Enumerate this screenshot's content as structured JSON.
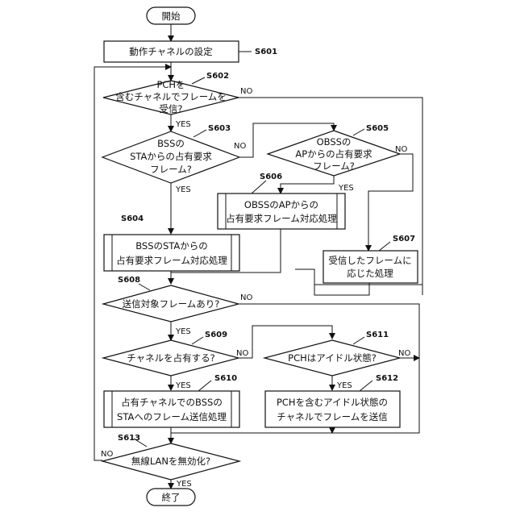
{
  "flowchart": {
    "start": "開始",
    "end": "終了",
    "s601": {
      "id": "S601",
      "text": "動作チャネルの設定"
    },
    "s602": {
      "id": "S602",
      "lines": [
        "PCHを",
        "含むチャネルでフレームを",
        "受信?"
      ]
    },
    "s603": {
      "id": "S603",
      "lines": [
        "BSSの",
        "STAからの占有要求",
        "フレーム?"
      ]
    },
    "s604": {
      "id": "S604",
      "lines": [
        "BSSのSTAからの",
        "占有要求フレーム対応処理"
      ]
    },
    "s605": {
      "id": "S605",
      "lines": [
        "OBSSの",
        "APからの占有要求",
        "フレーム?"
      ]
    },
    "s606": {
      "id": "S606",
      "lines": [
        "OBSSのAPからの",
        "占有要求フレーム対応処理"
      ]
    },
    "s607": {
      "id": "S607",
      "lines": [
        "受信したフレームに",
        "応じた処理"
      ]
    },
    "s608": {
      "id": "S608",
      "text": "送信対象フレームあり?"
    },
    "s609": {
      "id": "S609",
      "text": "チャネルを占有する?"
    },
    "s610": {
      "id": "S610",
      "lines": [
        "占有チャネルでのBSSの",
        "STAへのフレーム送信処理"
      ]
    },
    "s611": {
      "id": "S611",
      "text": "PCHはアイドル状態?"
    },
    "s612": {
      "id": "S612",
      "lines": [
        "PCHを含むアイドル状態の",
        "チャネルでフレームを送信"
      ]
    },
    "s613": {
      "id": "S613",
      "text": "無線LANを無効化?"
    },
    "yes": "YES",
    "no": "NO"
  }
}
